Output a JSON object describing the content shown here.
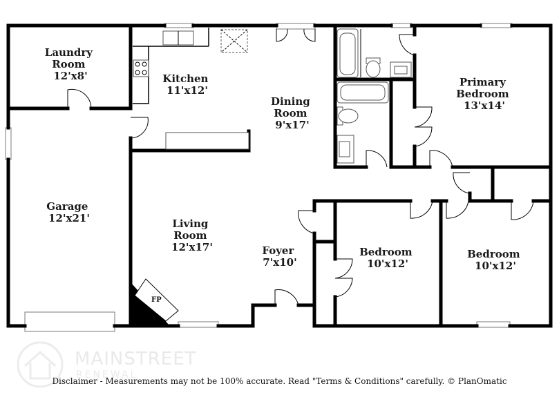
{
  "rooms": [
    {
      "id": "laundry",
      "name_lines": [
        "Laundry",
        "Room"
      ],
      "size": "12'x8'"
    },
    {
      "id": "kitchen",
      "name_lines": [
        "Kitchen"
      ],
      "size": "11'x12'"
    },
    {
      "id": "dining",
      "name_lines": [
        "Dining",
        "Room"
      ],
      "size": "9'x17'"
    },
    {
      "id": "primary",
      "name_lines": [
        "Primary",
        "Bedroom"
      ],
      "size": "13'x14'"
    },
    {
      "id": "garage",
      "name_lines": [
        "Garage"
      ],
      "size": "12'x21'"
    },
    {
      "id": "living",
      "name_lines": [
        "Living",
        "Room"
      ],
      "size": "12'x17'"
    },
    {
      "id": "foyer",
      "name_lines": [
        "Foyer"
      ],
      "size": "7'x10'"
    },
    {
      "id": "bedroom2",
      "name_lines": [
        "Bedroom"
      ],
      "size": "10'x12'"
    },
    {
      "id": "bedroom3",
      "name_lines": [
        "Bedroom"
      ],
      "size": "10'x12'"
    }
  ],
  "fireplace_label": "FP",
  "watermark": {
    "brand": "MAINSTREET",
    "sub": "RENEWAL"
  },
  "disclaimer": "Disclaimer - Measurements may not be 100% accurate. Read \"Terms & Conditions\" carefully. © PlanOmatic"
}
